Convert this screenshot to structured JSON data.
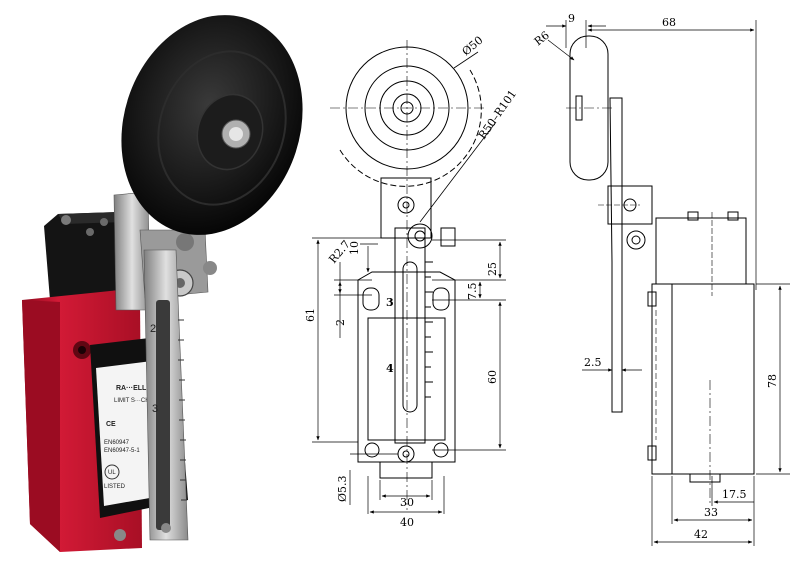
{
  "photo": {
    "brand_label": "RA···ELL",
    "product_label": "LIMIT S···CH",
    "ce_mark": "CE",
    "std_1": "EN60947",
    "std_2": "EN60947-5-1",
    "listed_mark": "UL",
    "listed_text": "LISTED",
    "scale_digit_2": "2",
    "scale_digit_3": "3"
  },
  "front_view": {
    "dims": {
      "diameter": "Ø50",
      "radius_range": "R50–R101",
      "corner_radius": "R2.7",
      "d10": "10",
      "d25": "25",
      "d7_5": "7.5",
      "d61": "61",
      "d2": "2",
      "d60": "60",
      "hole": "Ø5.3",
      "d30": "30",
      "d40": "40"
    },
    "scale_marks": {
      "mark_3": "3",
      "mark_4": "4"
    }
  },
  "side_view": {
    "dims": {
      "d9": "9",
      "d68": "68",
      "r6": "R6",
      "d2_5": "2.5",
      "d78": "78",
      "d17_5": "17.5",
      "d33": "33",
      "d42": "42"
    }
  },
  "colors": {
    "housing": "#c8102e",
    "roller": "#1a1a1a",
    "lid": "#151515",
    "steel": "#b8b8b8"
  }
}
